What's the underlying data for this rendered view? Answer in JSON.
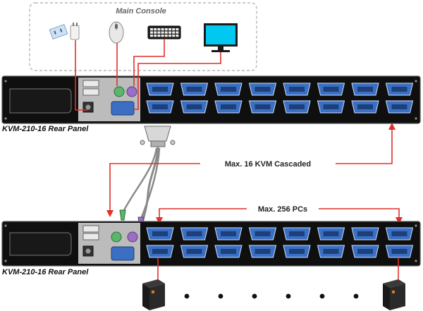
{
  "console": {
    "title": "Main Console"
  },
  "panels": [
    {
      "label": "KVM-210-16 Rear Panel"
    },
    {
      "label": "KVM-210-16 Rear Panel"
    }
  ],
  "annotations": {
    "cascade": "Max. 16 KVM Cascaded",
    "pcs": "Max. 256 PCs"
  },
  "port_count": 16,
  "colors": {
    "panel": "#111111",
    "vga_port": "#3a6fc4",
    "cable_red": "#e0302a",
    "ps2_green": "#5bb56a",
    "ps2_purple": "#9b6fc4"
  }
}
